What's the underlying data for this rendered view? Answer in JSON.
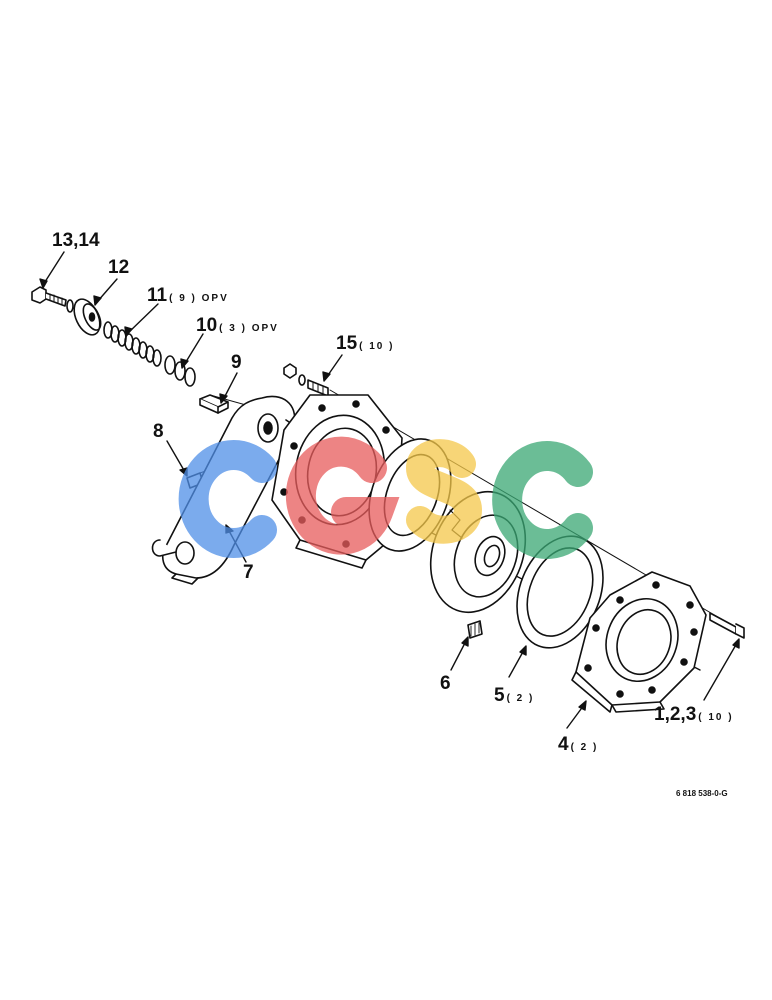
{
  "callouts": [
    {
      "id": "c13",
      "part": "13,14",
      "qty": ""
    },
    {
      "id": "c12",
      "part": "12",
      "qty": ""
    },
    {
      "id": "c11",
      "part": "11",
      "qty": "( 9 ) OPV"
    },
    {
      "id": "c10",
      "part": "10",
      "qty": "( 3 ) OPV"
    },
    {
      "id": "c9",
      "part": "9",
      "qty": ""
    },
    {
      "id": "c15",
      "part": "15",
      "qty": "( 10 )"
    },
    {
      "id": "c8",
      "part": "8",
      "qty": ""
    },
    {
      "id": "c7",
      "part": "7",
      "qty": ""
    },
    {
      "id": "c6",
      "part": "6",
      "qty": ""
    },
    {
      "id": "c5",
      "part": "5",
      "qty": "( 2 )"
    },
    {
      "id": "c1",
      "part": "1,2,3",
      "qty": "( 10 )"
    },
    {
      "id": "c4",
      "part": "4",
      "qty": "( 2 )"
    }
  ],
  "drawing_code": "6 818 538-0-G",
  "watermark": {
    "letters": [
      "C",
      "G",
      "S",
      "C"
    ],
    "colors": [
      "#4f8fe8",
      "#e85c5c",
      "#f5c84a",
      "#3aa874"
    ]
  }
}
